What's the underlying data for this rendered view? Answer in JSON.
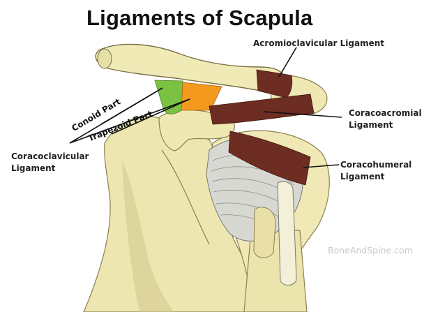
{
  "title": "Ligaments of Scapula",
  "labels": {
    "acromioclavicular": "Acromioclavicular Ligament",
    "coracoacromial_line1": "Coracoacromial",
    "coracoacromial_line2": "Ligament",
    "coracohumeral_line1": "Coracohumeral",
    "coracohumeral_line2": "Ligament",
    "coracoclavicular_line1": "Coracoclavicular",
    "coracoclavicular_line2": "Ligament",
    "conoid_part": "Conoid Part",
    "trapezoid_part": "Trapezoid Part"
  },
  "watermark": "BoneAndSpine.com",
  "colors": {
    "bone": "#eee8b4",
    "bone_shadow": "#bdb378",
    "ligament_brown": "#6e2d22",
    "conoid_green": "#7cc242",
    "trapezoid_orange": "#f39a1e",
    "capsule_grey": "#d2d2cc"
  }
}
